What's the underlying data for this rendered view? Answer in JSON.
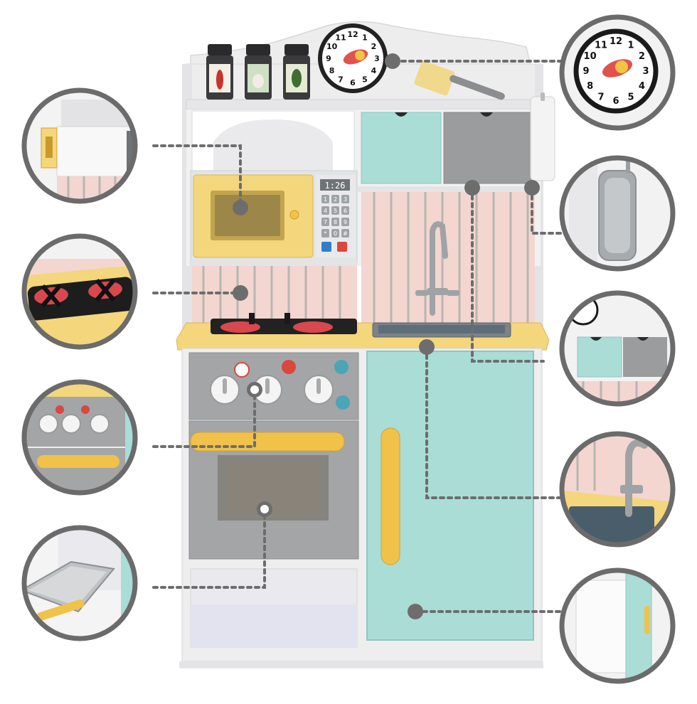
{
  "colors": {
    "cabinet": "#eeeeef",
    "mint": "#a9ddd6",
    "yellow": "#f4d67c",
    "yellow_handle": "#e9b43f",
    "gray_panel": "#8e9193",
    "pink": "#f3d6cf",
    "burner_red": "#e0505a",
    "circle_ring": "#6b6b6b",
    "dots": "#6d6d6d"
  },
  "microwave": {
    "display_text": "1:26",
    "keypad": [
      "1",
      "2",
      "3",
      "4",
      "5",
      "6",
      "7",
      "8",
      "9",
      "*",
      "0",
      "#"
    ]
  },
  "clock": {
    "numerals": [
      "12",
      "1",
      "2",
      "3",
      "4",
      "5",
      "6",
      "7",
      "8",
      "9",
      "10",
      "11"
    ]
  },
  "icons": {
    "spice_jars": [
      "chili-jar-icon",
      "garlic-jar-icon",
      "leaf-jar-icon"
    ],
    "oven_badges": [
      "flame-badge-icon",
      "fire-badge-icon",
      "pot-badge-icon",
      "dish-badge-icon"
    ]
  }
}
